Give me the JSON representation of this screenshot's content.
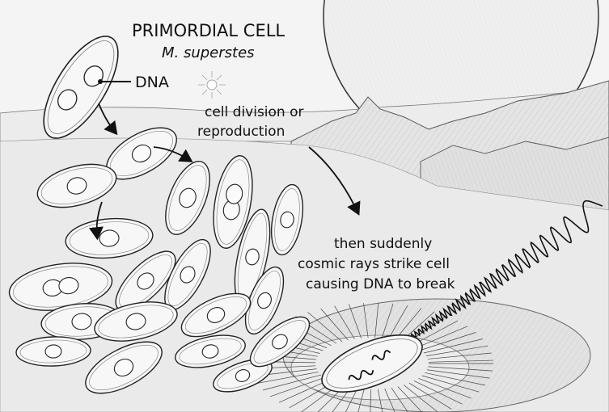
{
  "title": "PRIMORDIAL CELL",
  "species": "M. superstes",
  "labels": {
    "dna": "DNA",
    "division_line1": "cell division or",
    "division_line2": "reproduction",
    "event_line1": "then suddenly",
    "event_line2": "cosmic rays strike cell",
    "event_line3": "causing DNA to break"
  },
  "colors": {
    "sky": "#f4f4f4",
    "ground": "#e9e9e9",
    "sketch": "#555555",
    "ink": "#111111",
    "cell_fill": "#f7f7f7"
  }
}
